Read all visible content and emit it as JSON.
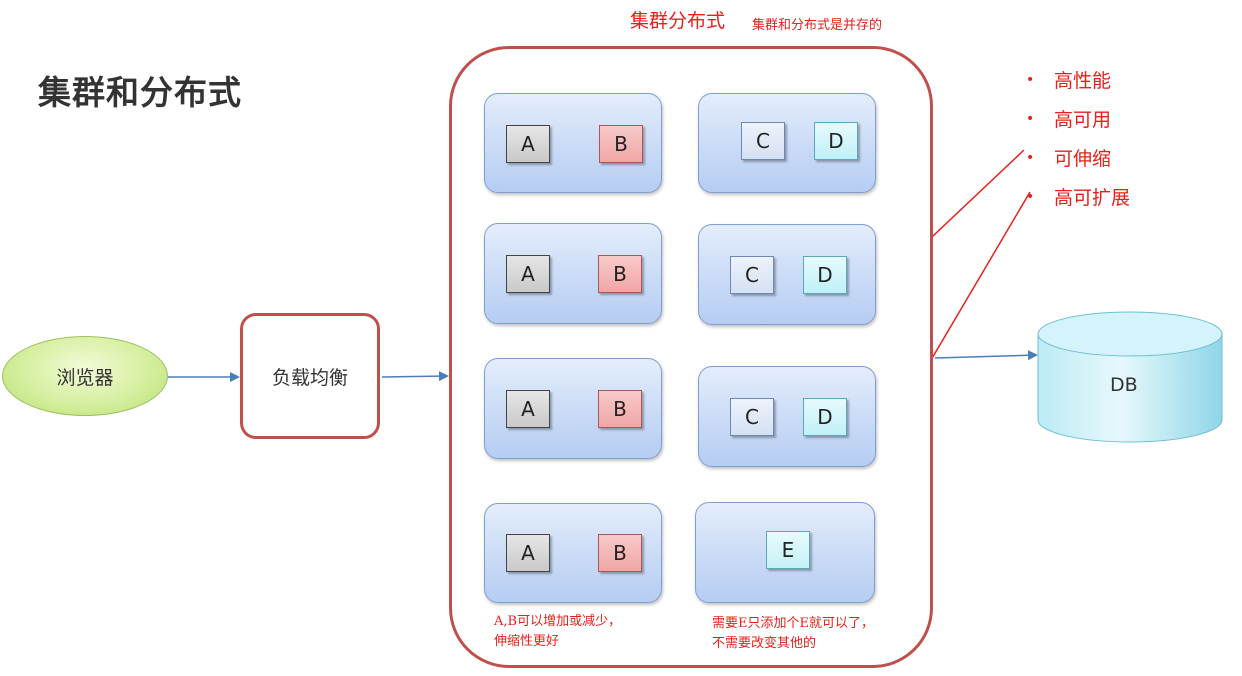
{
  "page_title": "集群和分布式",
  "top_title": "集群分布式",
  "top_note": "集群和分布式是并存的",
  "browser_label": "浏览器",
  "load_balancer_label": "负载均衡",
  "db_label": "DB",
  "features": [
    "高性能",
    "高可用",
    "可伸缩",
    "高可扩展"
  ],
  "bullet_symbol": "•",
  "servers": [
    {
      "modules": [
        "A",
        "B"
      ]
    },
    {
      "modules": [
        "C",
        "D"
      ]
    },
    {
      "modules": [
        "A",
        "B"
      ]
    },
    {
      "modules": [
        "C",
        "D"
      ]
    },
    {
      "modules": [
        "A",
        "B"
      ]
    },
    {
      "modules": [
        "C",
        "D"
      ]
    },
    {
      "modules": [
        "A",
        "B"
      ]
    },
    {
      "modules": [
        "E"
      ]
    }
  ],
  "note_left": [
    "A,B可以增加或减少，",
    "伸缩性更好"
  ],
  "note_right": [
    "需要E只添加个E就可以了，",
    "不需要改变其他的"
  ],
  "colors": {
    "red": "#e8201a",
    "border_red": "#c0504d",
    "arrow_blue": "#4a7ebb",
    "server_blue": "#c7d9f6",
    "db_cyan": "#9fe0ee"
  }
}
